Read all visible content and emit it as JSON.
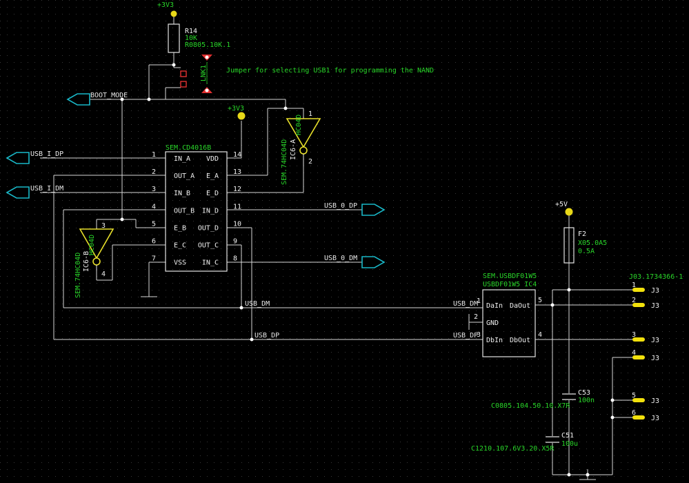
{
  "power": {
    "v3v3_top": "+3V3",
    "v3v3_ic": "+3V3",
    "v5v": "+5V"
  },
  "r14": {
    "ref": "R14",
    "value": "10K",
    "footprint": "R0805.10K.1"
  },
  "jumper": {
    "note": "Jumper for selecting USB1 for programming the NAND",
    "ref": "LNK1"
  },
  "nets": {
    "boot_mode": "BOOT_MODE",
    "usb_i_dp": "USB_I_DP",
    "usb_i_dm": "USB_I_DM",
    "usb_0_dp": "USB_0_DP",
    "usb_0_dm": "USB_0_DM",
    "usb_dm": "USB_DM",
    "usb_dp": "USB_DP",
    "usb_dm_ic": "USB_DM",
    "usb_dp_ic": "USB_DP"
  },
  "u_switch": {
    "name": "SEM.CD4016B",
    "left_pins": [
      {
        "num": "1",
        "label": "IN_A"
      },
      {
        "num": "2",
        "label": "OUT_A"
      },
      {
        "num": "3",
        "label": "IN_B"
      },
      {
        "num": "4",
        "label": "OUT_B"
      },
      {
        "num": "5",
        "label": "E_B"
      },
      {
        "num": "6",
        "label": "E_C"
      },
      {
        "num": "7",
        "label": "VSS"
      }
    ],
    "right_pins": [
      {
        "num": "14",
        "label": "VDD"
      },
      {
        "num": "13",
        "label": "E_A"
      },
      {
        "num": "12",
        "label": "E_D"
      },
      {
        "num": "11",
        "label": "IN_D"
      },
      {
        "num": "10",
        "label": "OUT_D"
      },
      {
        "num": "9",
        "label": "OUT_C"
      },
      {
        "num": "8",
        "label": "IN_C"
      }
    ]
  },
  "ic6a": {
    "part": "SEM.74HC04D",
    "ref": "IC6-A",
    "val": "HC04D",
    "pin_in": "1",
    "pin_out": "2"
  },
  "ic6b": {
    "part": "SEM.74HC04D",
    "ref": "IC6-B",
    "val": "HC04D",
    "pin_in": "3",
    "pin_out": "4"
  },
  "ic4": {
    "part": "SEM.USBDF01W5",
    "line2": "USBDF01W5  IC4",
    "pins": [
      {
        "num": "1",
        "label": "DaIn"
      },
      {
        "num": "2",
        "label": "GND"
      },
      {
        "num": "3",
        "label": "DbIn"
      },
      {
        "num": "5",
        "label": "DaOut"
      },
      {
        "num": "4",
        "label": "DbOut"
      }
    ]
  },
  "f2": {
    "ref": "F2",
    "footprint": "X05.0A5",
    "value": "0.5A"
  },
  "c53": {
    "ref": "C53",
    "value": "100n",
    "footprint": "C0805.104.50.10.X7R"
  },
  "c51": {
    "ref": "C51",
    "value": "100u",
    "footprint": "C1210.107.6V3.20.X5R"
  },
  "j3": {
    "part": "J03.1734366-1",
    "pins": [
      {
        "num": "1",
        "label": "J3"
      },
      {
        "num": "2",
        "label": "J3"
      },
      {
        "num": "3",
        "label": "J3"
      },
      {
        "num": "4",
        "label": "J3"
      },
      {
        "num": "5",
        "label": "J3"
      },
      {
        "num": "6",
        "label": "J3"
      }
    ]
  },
  "colors": {
    "background": "#000000",
    "wire": "#d8d8d8",
    "label": "#29d629",
    "port": "#19b8c8",
    "power": "#e8d818"
  }
}
